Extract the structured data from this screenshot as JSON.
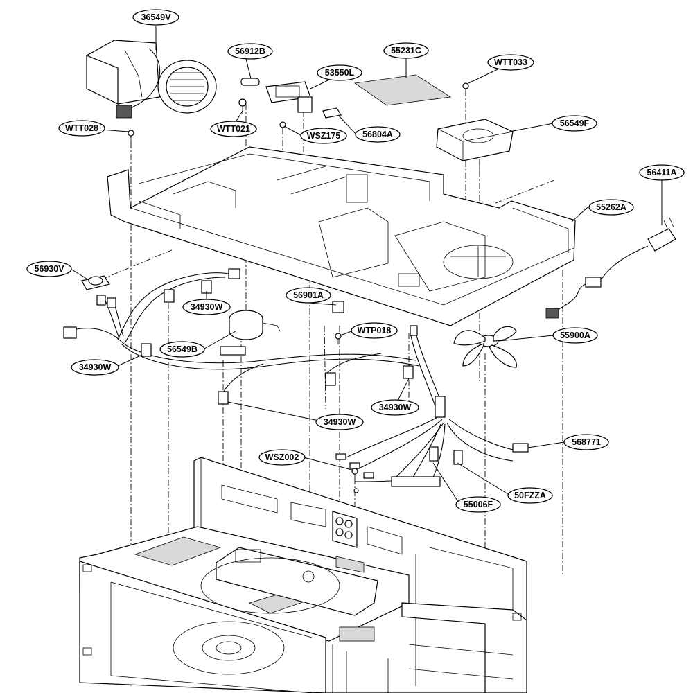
{
  "diagram": {
    "title": "",
    "part_labels": {
      "36549V": "36549V",
      "56912B": "56912B",
      "55231C": "55231C",
      "WTT033": "WTT033",
      "53550L": "53550L",
      "56549F": "56549F",
      "WTT028": "WTT028",
      "WTT021": "WTT021",
      "WSZ175": "WSZ175",
      "56804A": "56804A",
      "56411A": "56411A",
      "55262A": "55262A",
      "56930V": "56930V",
      "34930W_1": "34930W",
      "56901A": "56901A",
      "WTP018": "WTP018",
      "55900A": "55900A",
      "56549B": "56549B",
      "34930W_2": "34930W",
      "34930W_3": "34930W",
      "34930W_4": "34930W",
      "568771": "568771",
      "WSZ002": "WSZ002",
      "50FZZA": "50FZZA",
      "55006F": "55006F"
    }
  }
}
